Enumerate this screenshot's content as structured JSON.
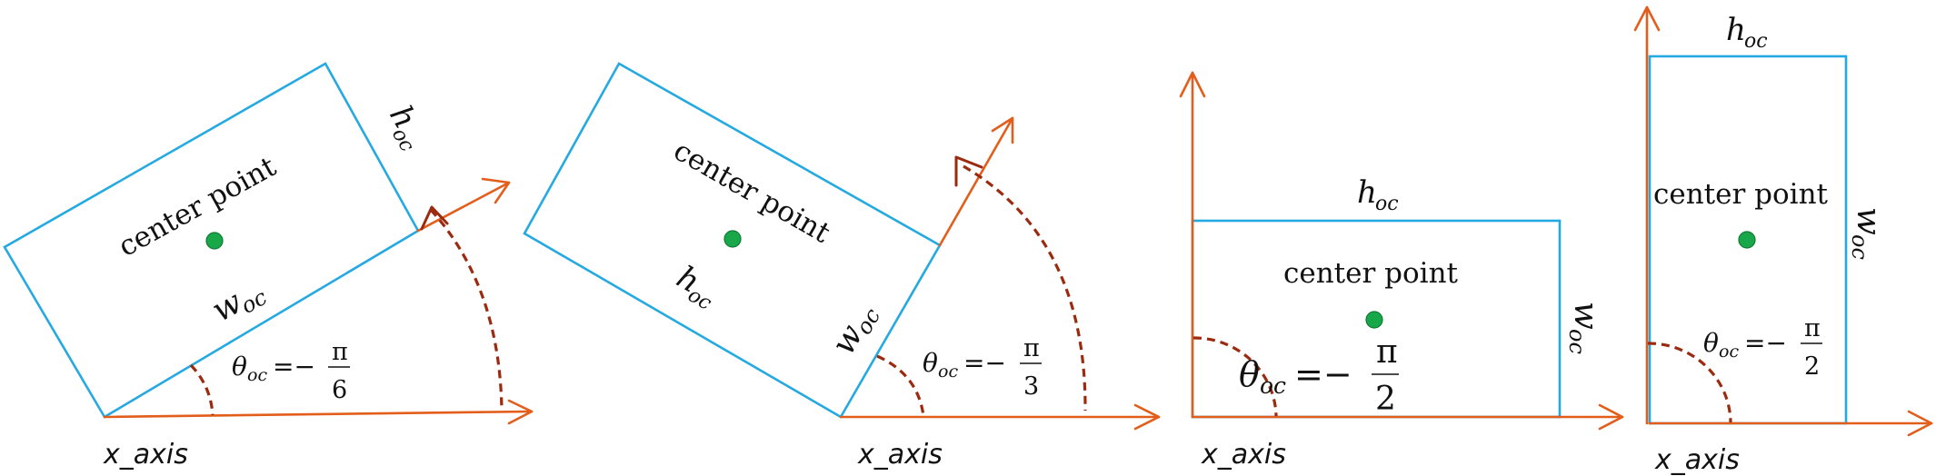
{
  "colors": {
    "box": "#25a9e1",
    "axis": "#e35d1b",
    "angle_arc": "#9b2b10",
    "center_dot": "#18a84a"
  },
  "panels": [
    {
      "id": "panel-1",
      "center_label": "center point",
      "w_label": "w",
      "w_sub": "oc",
      "h_label": "h",
      "h_sub": "oc",
      "theta": "θ",
      "theta_sub": "oc",
      "theta_eq": "=−",
      "pi_num": "π",
      "pi_den": "6",
      "axis_label": "x_axis"
    },
    {
      "id": "panel-2",
      "center_label": "center point",
      "w_label": "w",
      "w_sub": "oc",
      "h_label": "h",
      "h_sub": "oc",
      "theta": "θ",
      "theta_sub": "oc",
      "theta_eq": "=−",
      "pi_num": "π",
      "pi_den": "3",
      "axis_label": "x_axis"
    },
    {
      "id": "panel-3",
      "center_label": "center point",
      "w_label": "w",
      "w_sub": "oc",
      "h_label": "h",
      "h_sub": "oc",
      "theta": "θ",
      "theta_sub": "oc",
      "theta_eq": "=−",
      "pi_num": "π",
      "pi_den": "2",
      "axis_label": "x_axis"
    },
    {
      "id": "panel-4",
      "center_label": "center point",
      "w_label": "w",
      "w_sub": "oc",
      "h_label": "h",
      "h_sub": "oc",
      "theta": "θ",
      "theta_sub": "oc",
      "theta_eq": "=−",
      "pi_num": "π",
      "pi_den": "2",
      "axis_label": "x_axis"
    }
  ]
}
